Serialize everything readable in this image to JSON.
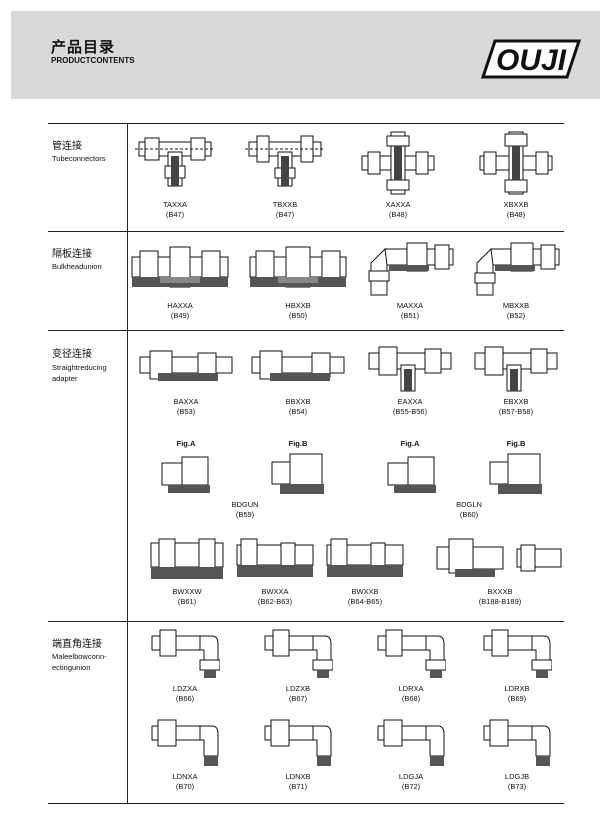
{
  "header": {
    "title": "产品目录",
    "subtitle": "PRODUCTCONTENTS",
    "logo_text": "OUJI"
  },
  "sections": [
    {
      "zh": "管连接",
      "en": "Tubeconnectors",
      "items": [
        {
          "code": "TAXXA",
          "ref": "(B47)"
        },
        {
          "code": "TBXXB",
          "ref": "(B47)"
        },
        {
          "code": "XAXXA",
          "ref": "(B48)"
        },
        {
          "code": "XBXXB",
          "ref": "(B48)"
        }
      ]
    },
    {
      "zh": "隔板连接",
      "en": "Bulkheadunion",
      "items": [
        {
          "code": "HAXXA",
          "ref": "(B49)"
        },
        {
          "code": "HBXXB",
          "ref": "(B50)"
        },
        {
          "code": "MAXXA",
          "ref": "(B51)"
        },
        {
          "code": "MBXXB",
          "ref": "(B52)"
        }
      ]
    },
    {
      "zh": "变径连接",
      "en": "Straightreducing adapter",
      "items": [
        {
          "code": "BAXXA",
          "ref": "(B53)"
        },
        {
          "code": "BBXXB",
          "ref": "(B54)"
        },
        {
          "code": "EAXXA",
          "ref": "(B55-B56)"
        },
        {
          "code": "EBXXB",
          "ref": "(B57-B58)"
        }
      ],
      "fig_labels": [
        "Fig.A",
        "Fig.B",
        "Fig.A",
        "Fig.B"
      ],
      "groups": [
        {
          "code": "BDGUN",
          "ref": "(B59)"
        },
        {
          "code": "BDGLN",
          "ref": "(B60)"
        }
      ],
      "items2": [
        {
          "code": "BWXXW",
          "ref": "(B61)"
        },
        {
          "code": "BWXXA",
          "ref": "(B62-B63)"
        },
        {
          "code": "BWXXB",
          "ref": "(B64-B65)"
        },
        {
          "code": "BXXXB",
          "ref": "(B188-B189)"
        }
      ]
    },
    {
      "zh": "端直角连接",
      "en": "Maleelbowconn-ectingunion",
      "items": [
        {
          "code": "LDZXA",
          "ref": "(B66)"
        },
        {
          "code": "LDZXB",
          "ref": "(B67)"
        },
        {
          "code": "LDRXA",
          "ref": "(B68)"
        },
        {
          "code": "LDRXB",
          "ref": "(B69)"
        }
      ],
      "items2": [
        {
          "code": "LDNXA",
          "ref": "(B70)"
        },
        {
          "code": "LDNXB",
          "ref": "(B71)"
        },
        {
          "code": "LDGJA",
          "ref": "(B72)"
        },
        {
          "code": "LDGJB",
          "ref": "(B73)"
        }
      ]
    }
  ]
}
